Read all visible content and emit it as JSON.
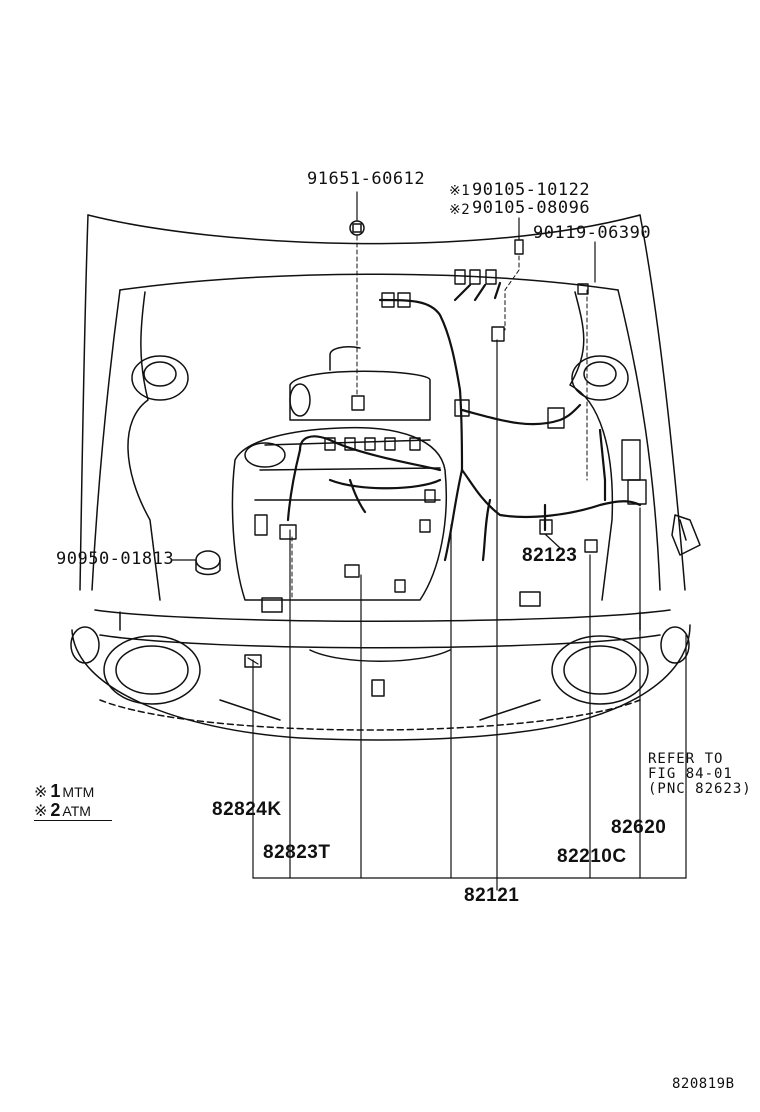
{
  "part_labels": {
    "p91651": "91651-60612",
    "p90105_1_mark": "※1",
    "p90105_1": "90105-10122",
    "p90105_2_mark": "※2",
    "p90105_2": "90105-08096",
    "p90119": "90119-06390",
    "p90950": "90950-01813",
    "p82123": "82123",
    "p82824K": "82824K",
    "p82823T": "82823T",
    "p82121": "82121",
    "p82620": "82620",
    "p82210C": "82210C"
  },
  "refer_note": {
    "line1": "REFER TO",
    "line2": "FIG 84-01",
    "line3": "(PNC 82623)"
  },
  "legend": [
    {
      "mark": "※",
      "num": "1",
      "text": "MTM"
    },
    {
      "mark": "※",
      "num": "2",
      "text": "ATM"
    }
  ],
  "figure_id": "820819B"
}
